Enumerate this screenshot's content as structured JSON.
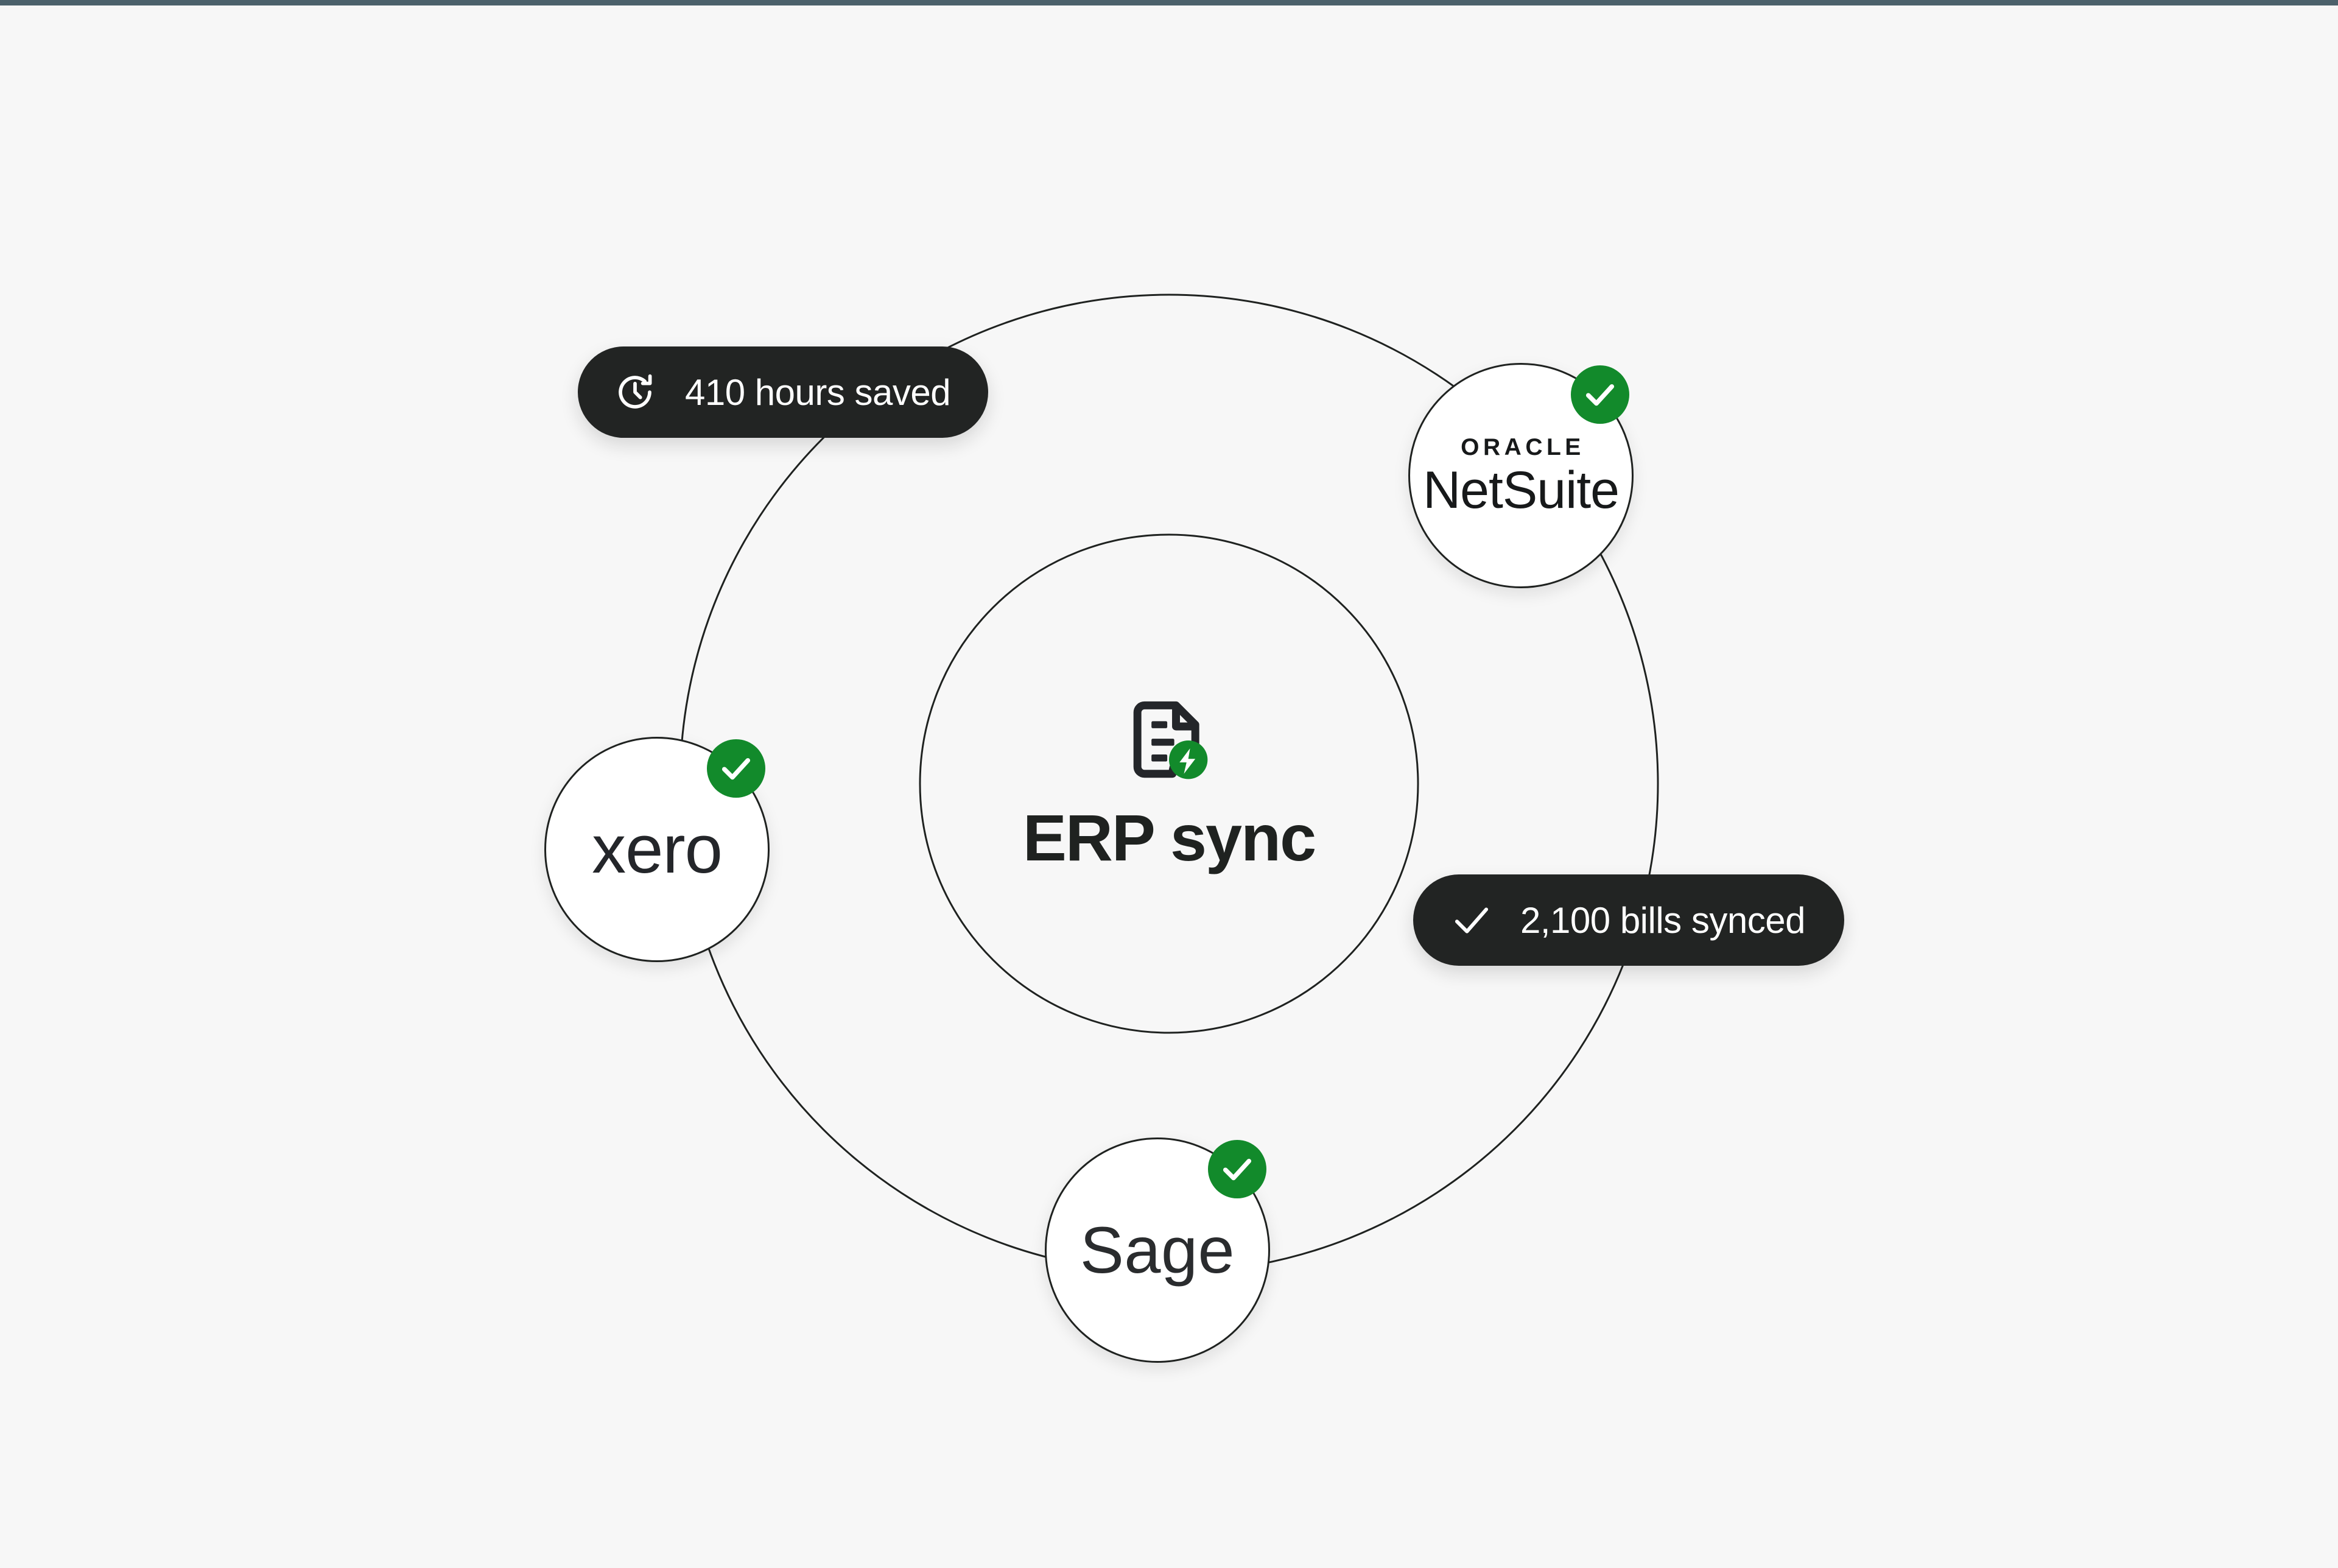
{
  "background": {
    "page_color": "#f7f7f7",
    "top_bar_color": "#4c616b"
  },
  "hub": {
    "title": "ERP sync",
    "icon": "document-lightning-icon",
    "icon_badge_color": "#128a2b",
    "ring_stroke": "#1f2220"
  },
  "nodes": [
    {
      "id": "netsuite",
      "name": "Oracle NetSuite",
      "brand_line_1": "ORACLE",
      "brand_line_2": "NetSuite",
      "status": "connected",
      "status_icon": "check-icon",
      "status_color": "#128a2b"
    },
    {
      "id": "xero",
      "name": "Xero",
      "brand_line_1": "xero",
      "status": "connected",
      "status_icon": "check-icon",
      "status_color": "#128a2b"
    },
    {
      "id": "sage",
      "name": "Sage",
      "brand_line_1": "Sage",
      "status": "connected",
      "status_icon": "check-icon",
      "status_color": "#128a2b"
    }
  ],
  "pills": [
    {
      "id": "hours-saved",
      "label": "410 hours saved",
      "icon": "clock-rotate-icon",
      "background": "#222423",
      "text_color": "#ffffff"
    },
    {
      "id": "bills-synced",
      "label": "2,100 bills synced",
      "icon": "check-icon",
      "background": "#222423",
      "text_color": "#ffffff"
    }
  ]
}
